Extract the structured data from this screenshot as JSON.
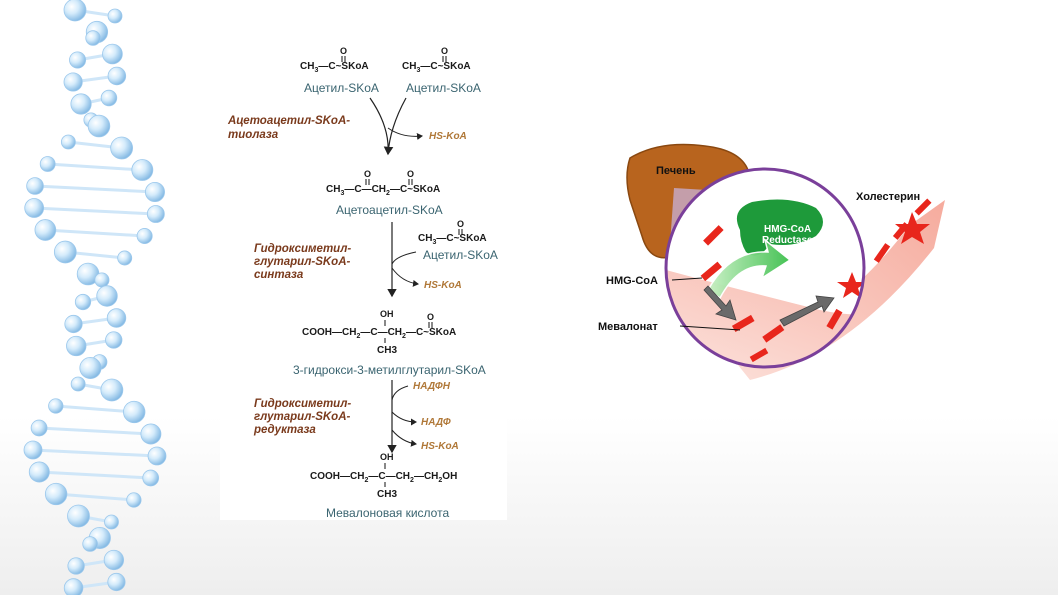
{
  "pathway": {
    "step1": {
      "acetyl1_formula": "CH3–C~SKoA",
      "acetyl2_formula": "CH3–C~SKoA",
      "acetyl1_name": "Ацетил-SKoA",
      "acetyl2_name": "Ацетил-SKoA",
      "enzyme_line1": "Ацетоацетил-SKoA-",
      "enzyme_line2": "тиолаза",
      "byproduct": "HS-KoA"
    },
    "step2": {
      "product_formula": "CH3–C–CH2–C~SKoA",
      "product_name": "Ацетоацетил-SKoA",
      "cosubstrate_formula": "CH3–C~SKoA",
      "cosubstrate_name": "Ацетил-SKoA",
      "enzyme_line1": "Гидроксиметил-",
      "enzyme_line2": "глутарил-SKoA-",
      "enzyme_line3": "синтаза",
      "byproduct": "HS-KoA"
    },
    "step3": {
      "product_formula": "COOH–CH2–C–CH2–C~SKoA",
      "oh": "OH",
      "ch3": "CH3",
      "product_name": "3-гидрокси-3-метилглутарил-SKoA",
      "cofactor_in": "НАДФН",
      "enzyme_line1": "Гидроксиметил-",
      "enzyme_line2": "глутарил-SKoA-",
      "enzyme_line3": "редуктаза",
      "cofactor_out": "НАДФ",
      "byproduct": "HS-KoA"
    },
    "final": {
      "formula": "COOH–CH2–C–CH2–CH2OH",
      "oh": "OH",
      "ch3": "CH3",
      "name": "Мевалоновая кислота"
    }
  },
  "liver_diagram": {
    "liver_label": "Печень",
    "enzyme_label_line1": "HMG-CoA",
    "enzyme_label_line2": "Reductase",
    "hmgcoa_label": "HMG-CoA",
    "mevalonate_label": "Мевалонат",
    "cholesterol_label": "Холестерин",
    "colors": {
      "liver": "#b8641e",
      "circle": "#7a3f9a",
      "enzyme": "#1e9a3a",
      "band": "#f6b4a8",
      "molecule": "#e8261c"
    }
  }
}
